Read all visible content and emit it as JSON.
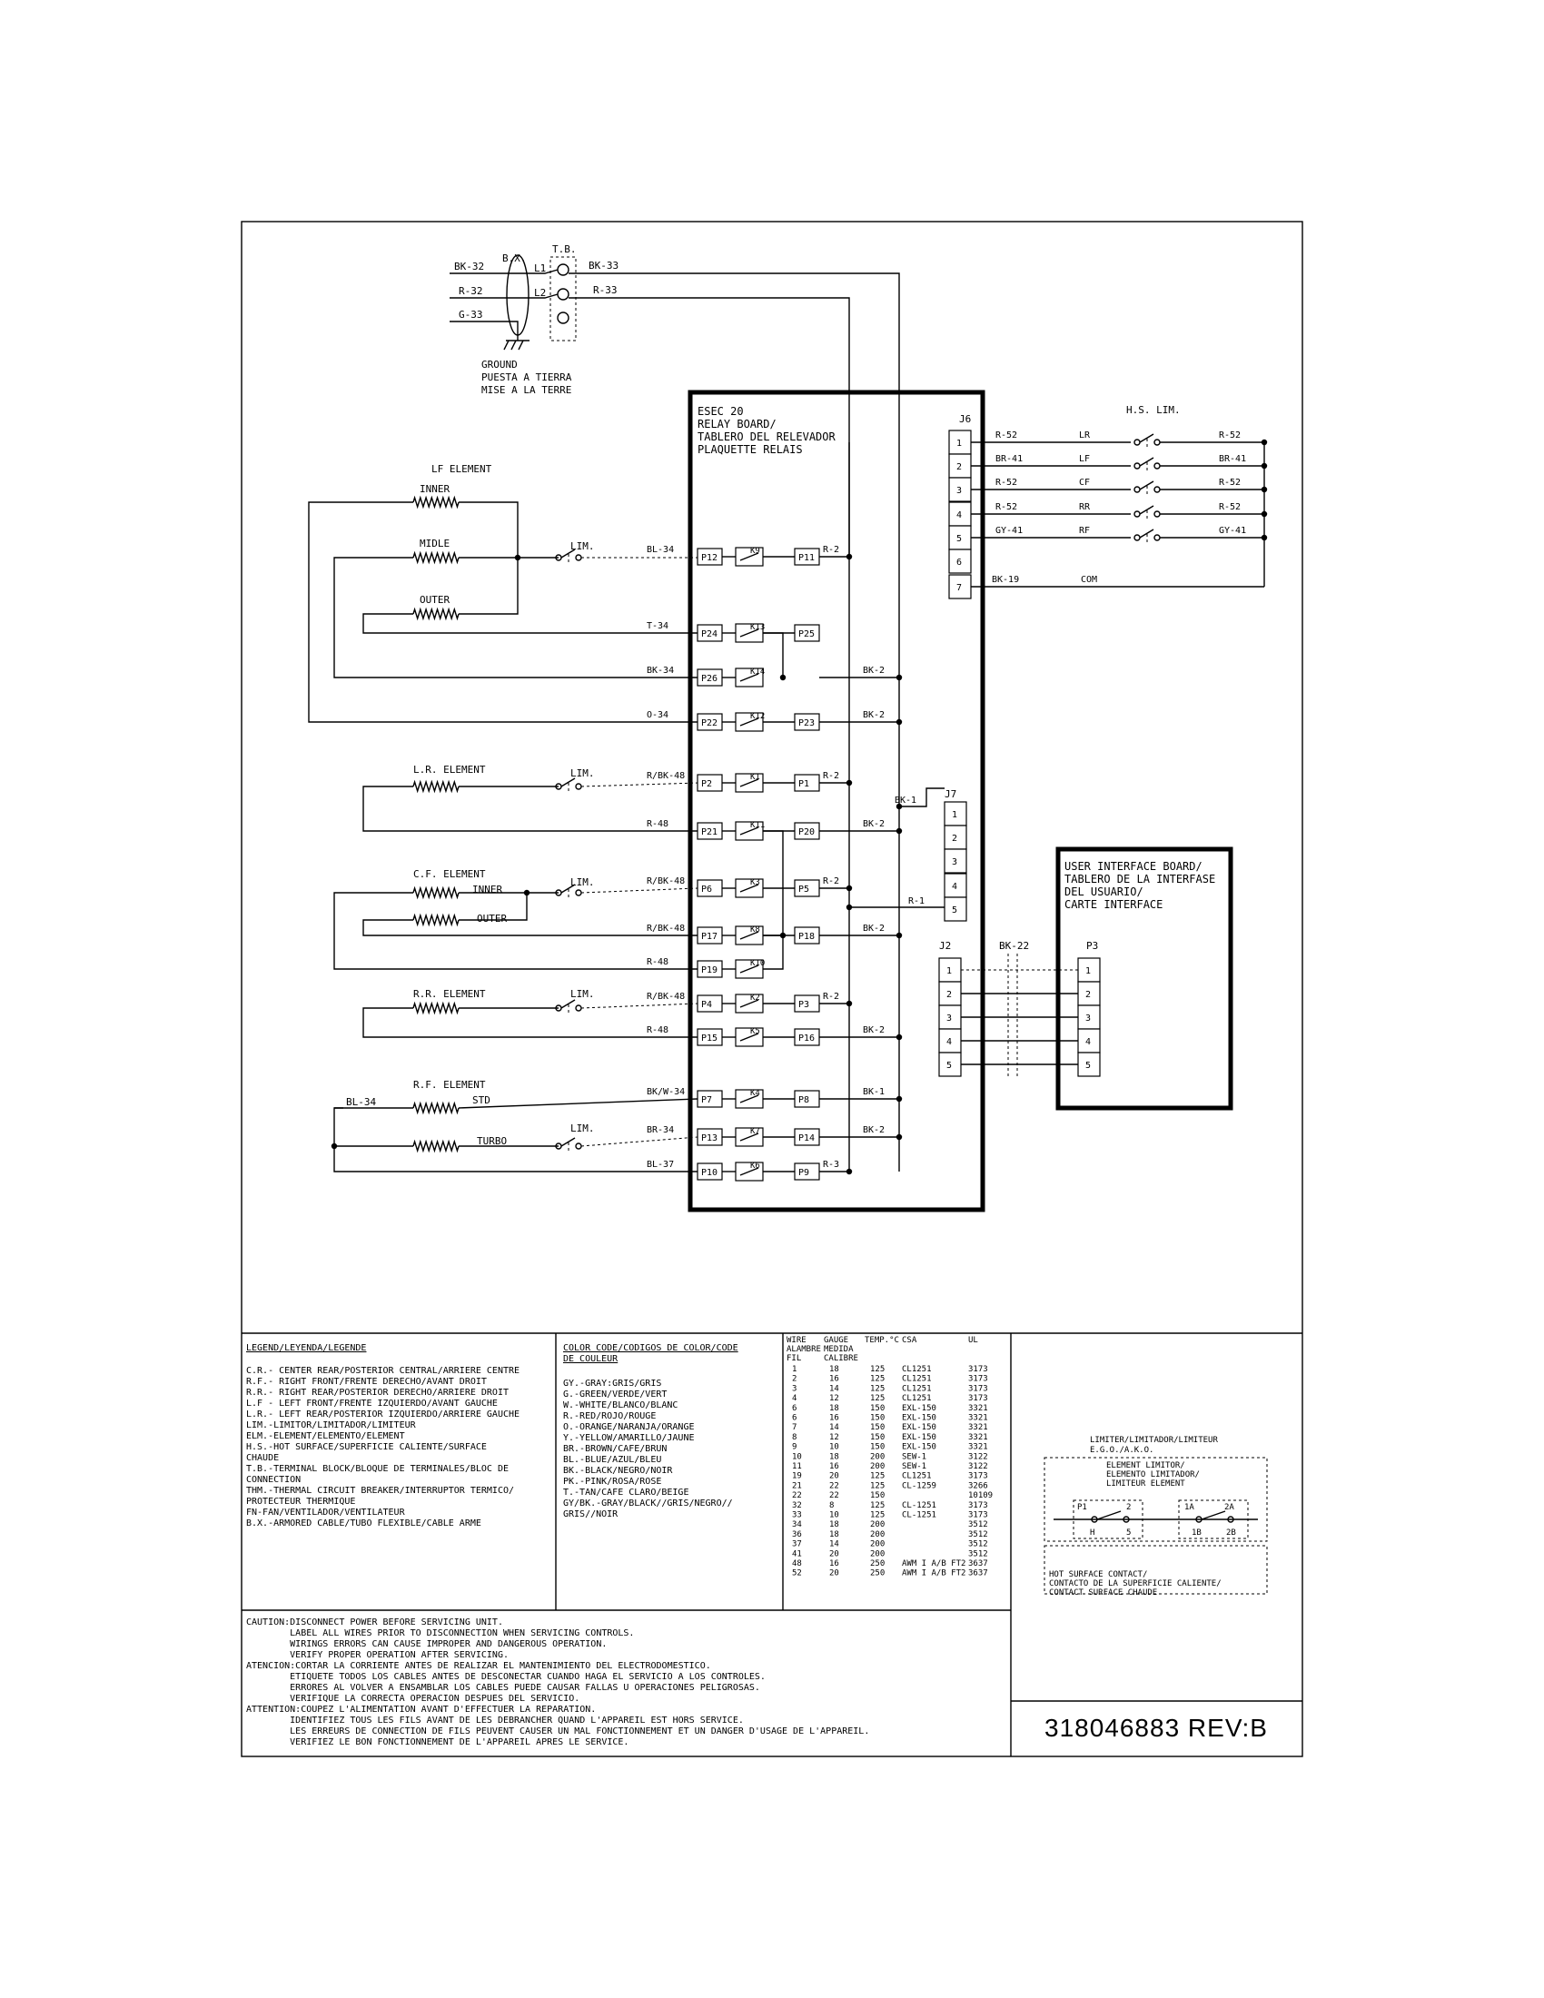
{
  "top": {
    "bx_label": "B.X.",
    "tb_label": "T.B.",
    "l1": "L1",
    "l2": "L2",
    "wires_left": [
      "BK-32",
      "R-32",
      "G-33"
    ],
    "wires_right": [
      "BK-33",
      "R-33"
    ],
    "ground": [
      "GROUND",
      "PUESTA A TIERRA",
      "MISE A LA TERRE"
    ]
  },
  "relay_board": {
    "title": [
      "ESEC 20",
      "RELAY BOARD/",
      "TABLERO DEL RELEVADOR",
      "PLAQUETTE RELAIS"
    ],
    "left_pins": [
      "P12",
      "P24",
      "P26",
      "P22",
      "P2",
      "P21",
      "P6",
      "P17",
      "P19",
      "P4",
      "P15",
      "P7",
      "P13",
      "P10"
    ],
    "right_pins": [
      "P11",
      "P25",
      "P23",
      "P1",
      "P20",
      "P5",
      "P18",
      "P3",
      "P16",
      "P8",
      "P14",
      "P9"
    ],
    "relays": [
      "K9",
      "K13",
      "K14",
      "K12",
      "K1",
      "K11",
      "K3",
      "K8",
      "K10",
      "K2",
      "K5",
      "K4",
      "K7",
      "K6"
    ]
  },
  "elements": {
    "lf": {
      "title": "LF ELEMENT",
      "inner": "INNER",
      "midle": "MIDLE",
      "outer": "OUTER",
      "lim": "LIM."
    },
    "lr": {
      "title": "L.R. ELEMENT",
      "lim": "LIM."
    },
    "cf": {
      "title": "C.F. ELEMENT",
      "inner": "INNER",
      "outer": "OUTER",
      "lim": "LIM."
    },
    "rr": {
      "title": "R.R. ELEMENT",
      "lim": "LIM."
    },
    "rf": {
      "title": "R.F. ELEMENT",
      "std": "STD",
      "turbo": "TURBO",
      "lim": "LIM."
    }
  },
  "wire_labels_left": [
    "BL-34",
    "T-34",
    "BK-34",
    "O-34",
    "R/BK-48",
    "R-48",
    "R/BK-48",
    "R/BK-48",
    "R-48",
    "R/BK-48",
    "R-48",
    "BK/W-34",
    "BR-34",
    "BL-37",
    "BL-34"
  ],
  "wire_labels_right": [
    "R-2",
    "BK-2",
    "BK-2",
    "R-2",
    "BK-2",
    "R-2",
    "BK-2",
    "R-2",
    "BK-2",
    "BK-1",
    "BK-2",
    "R-3",
    "BK-1",
    "R-1",
    "BK-22"
  ],
  "j6": {
    "label": "J6",
    "pins": [
      "1",
      "2",
      "3",
      "4",
      "5",
      "6",
      "7"
    ],
    "wires": [
      "R-52",
      "BR-41",
      "R-52",
      "R-52",
      "GY-41",
      "BK-19"
    ],
    "hs_title": "H.S. LIM.",
    "hs_names": [
      "LR",
      "LF",
      "CF",
      "RR",
      "RF",
      "COM"
    ],
    "hs_right_wires": [
      "R-52",
      "BR-41",
      "R-52",
      "R-52",
      "GY-41"
    ]
  },
  "j7": {
    "label": "J7",
    "pins": [
      "1",
      "2",
      "3",
      "4",
      "5"
    ]
  },
  "j2": {
    "label": "J2",
    "pins": [
      "1",
      "2",
      "3",
      "4",
      "5"
    ]
  },
  "p3": {
    "label": "P3",
    "pins": [
      "1",
      "2",
      "3",
      "4",
      "5"
    ]
  },
  "ui_board": {
    "lines": [
      "USER INTERFACE BOARD/",
      "TABLERO DE LA INTERFASE",
      "DEL USUARIO/",
      "CARTE INTERFACE"
    ]
  },
  "legend": {
    "title": "LEGEND/LEYENDA/LEGENDE",
    "lines": [
      "C.R.- CENTER REAR/POSTERIOR CENTRAL/ARRIERE CENTRE",
      "R.F.- RIGHT FRONT/FRENTE DERECHO/AVANT DROIT",
      "R.R.- RIGHT REAR/POSTERIOR DERECHO/ARRIERE DROIT",
      "L.F - LEFT FRONT/FRENTE IZQUIERDO/AVANT GAUCHE",
      "L.R.- LEFT REAR/POSTERIOR IZQUIERDO/ARRIERE GAUCHE",
      "LIM.-LIMITOR/LIMITADOR/LIMITEUR",
      "ELM.-ELEMENT/ELEMENTO/ELEMENT",
      "H.S.-HOT SURFACE/SUPERFICIE CALIENTE/SURFACE",
      "     CHAUDE",
      "T.B.-TERMINAL BLOCK/BLOQUE DE TERMINALES/BLOC DE",
      "     CONNECTION",
      "THM.-THERMAL CIRCUIT BREAKER/INTERRUPTOR TERMICO/",
      "     PROTECTEUR THERMIQUE",
      "FN-FAN/VENTILADOR/VENTILATEUR",
      "B.X.-ARMORED CABLE/TUBO FLEXIBLE/CABLE ARME"
    ]
  },
  "color_code": {
    "title": [
      "COLOR CODE/CODIGOS DE COLOR/CODE",
      "DE COULEUR"
    ],
    "lines": [
      "GY.-GRAY:GRIS/GRIS",
      "G.-GREEN/VERDE/VERT",
      "W.-WHITE/BLANCO/BLANC",
      "R.-RED/ROJO/ROUGE",
      "O.-ORANGE/NARANJA/ORANGE",
      "Y.-YELLOW/AMARILLO/JAUNE",
      "BR.-BROWN/CAFE/BRUN",
      "BL.-BLUE/AZUL/BLEU",
      "BK.-BLACK/NEGRO/NOIR",
      "PK.-PINK/ROSA/ROSE",
      "T.-TAN/CAFE CLARO/BEIGE",
      "GY/BK.-GRAY/BLACK//GRIS/NEGRO//",
      "       GRIS//NOIR"
    ]
  },
  "wire_table": {
    "header1": [
      "WIRE",
      "GAUGE",
      "TEMP.°C",
      "CSA",
      "UL"
    ],
    "header2": [
      "ALAMBRE",
      "MEDIDA"
    ],
    "header3": [
      "FIL",
      "CALIBRE"
    ],
    "rows": [
      [
        "1",
        "18",
        "125",
        "CL1251",
        "3173"
      ],
      [
        "2",
        "16",
        "125",
        "CL1251",
        "3173"
      ],
      [
        "3",
        "14",
        "125",
        "CL1251",
        "3173"
      ],
      [
        "4",
        "12",
        "125",
        "CL1251",
        "3173"
      ],
      [
        "6",
        "18",
        "150",
        "EXL-150",
        "3321"
      ],
      [
        "6",
        "16",
        "150",
        "EXL-150",
        "3321"
      ],
      [
        "7",
        "14",
        "150",
        "EXL-150",
        "3321"
      ],
      [
        "8",
        "12",
        "150",
        "EXL-150",
        "3321"
      ],
      [
        "9",
        "10",
        "150",
        "EXL-150",
        "3321"
      ],
      [
        "10",
        "18",
        "200",
        "SEW-1",
        "3122"
      ],
      [
        "11",
        "16",
        "200",
        "SEW-1",
        "3122"
      ],
      [
        "19",
        "20",
        "125",
        "CL1251",
        "3173"
      ],
      [
        "21",
        "22",
        "125",
        "CL-1259",
        "3266"
      ],
      [
        "22",
        "22",
        "150",
        "",
        "10109"
      ],
      [
        "32",
        "8",
        "125",
        "CL-1251",
        "3173"
      ],
      [
        "33",
        "10",
        "125",
        "CL-1251",
        "3173"
      ],
      [
        "34",
        "18",
        "200",
        "",
        "3512"
      ],
      [
        "36",
        "18",
        "200",
        "",
        "3512"
      ],
      [
        "37",
        "14",
        "200",
        "",
        "3512"
      ],
      [
        "41",
        "20",
        "200",
        "",
        "3512"
      ],
      [
        "48",
        "16",
        "250",
        "AWM I A/B FT2",
        "3637"
      ],
      [
        "52",
        "20",
        "250",
        "AWM I A/B FT2",
        "3637"
      ]
    ]
  },
  "limiter": {
    "title": [
      "LIMITER/LIMITADOR/LIMITEUR",
      "E.G.O./A.K.O."
    ],
    "element_limitor": [
      "ELEMENT LIMITOR/",
      "ELEMENTO LIMITADOR/",
      "LIMITEUR ELEMENT"
    ],
    "terminals_a": [
      "P1",
      "2",
      "H",
      "5"
    ],
    "terminals_b": [
      "1A",
      "2A",
      "1B",
      "2B"
    ],
    "hot_surface": [
      "HOT SURFACE CONTACT/",
      "CONTACTO DE LA SUPERFICIE CALIENTE/",
      "CONTACT SURFACE CHAUDE"
    ]
  },
  "caution": {
    "lines": [
      "CAUTION:DISCONNECT POWER BEFORE SERVICING UNIT.",
      "        LABEL ALL WIRES PRIOR TO DISCONNECTION WHEN SERVICING CONTROLS.",
      "        WIRINGS ERRORS CAN CAUSE IMPROPER AND DANGEROUS OPERATION.",
      "        VERIFY PROPER OPERATION AFTER SERVICING.",
      "ATENCION:CORTAR LA CORRIENTE ANTES DE REALIZAR EL MANTENIMIENTO DEL ELECTRODOMESTICO.",
      "        ETIQUETE TODOS LOS CABLES ANTES DE DESCONECTAR CUANDO HAGA EL SERVICIO A LOS CONTROLES.",
      "        ERRORES AL VOLVER A ENSAMBLAR LOS CABLES PUEDE CAUSAR FALLAS U OPERACIONES PELIGROSAS.",
      "        VERIFIQUE LA CORRECTA OPERACION DESPUES DEL SERVICIO.",
      "ATTENTION:COUPEZ L'ALIMENTATION AVANT D'EFFECTUER LA REPARATION.",
      "        IDENTIFIEZ TOUS LES FILS AVANT DE LES DEBRANCHER QUAND L'APPAREIL EST HORS SERVICE.",
      "        LES ERREURS DE CONNECTION DE FILS PEUVENT CAUSER UN MAL FONCTIONNEMENT ET UN DANGER D'USAGE DE L'APPAREIL.",
      "        VERIFIEZ LE BON FONCTIONNEMENT DE L'APPAREIL APRES LE SERVICE."
    ]
  },
  "part_number": "318046883 REV:B"
}
